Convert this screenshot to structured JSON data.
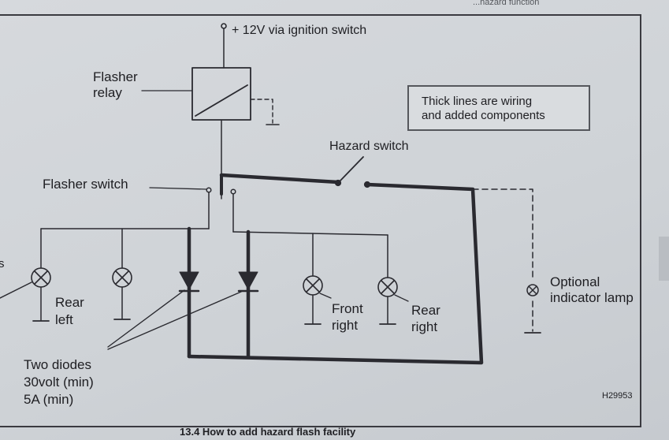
{
  "header": {
    "corner_text": "...hazard function"
  },
  "labels": {
    "supply": "+ 12V via ignition switch",
    "flasher_relay": [
      "Flasher",
      "relay"
    ],
    "hazard_switch": "Hazard switch",
    "flasher_switch": "Flasher switch",
    "rear_left": [
      "Rear",
      "left"
    ],
    "front_right": [
      "Front",
      "right"
    ],
    "rear_right": [
      "Rear",
      "right"
    ],
    "indicator_lamp": [
      "Optional",
      "indicator lamp"
    ],
    "diodes": [
      "Two diodes",
      "30volt (min)",
      "5A (min)"
    ],
    "left_edge": "s"
  },
  "note": {
    "lines": [
      "Thick lines are wiring",
      "and added components"
    ]
  },
  "figure_code": "H29953",
  "caption": "13.4 How to add hazard flash facility",
  "colors": {
    "wire": "#2a2a30",
    "paper": "#d3d6da",
    "ink": "#1e1e22"
  }
}
